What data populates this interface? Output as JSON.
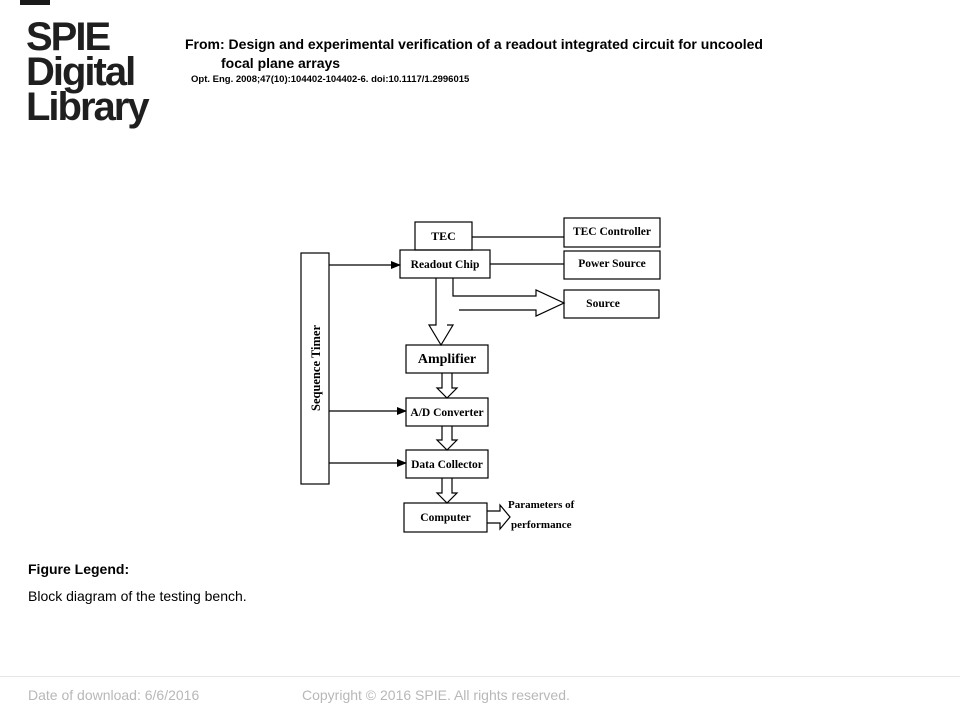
{
  "logo": {
    "lines": [
      "SPIE",
      "Digital",
      "Library"
    ]
  },
  "header": {
    "title_line1": "From: Design and experimental verification of a readout integrated circuit for uncooled",
    "title_line2": "focal plane arrays",
    "citation": "Opt. Eng. 2008;47(10):104402-104402-6. doi:10.1117/1.2996015"
  },
  "diagram": {
    "nodes": {
      "tec": "TEC",
      "tec_controller": "TEC Controller",
      "readout_chip": "Readout Chip",
      "power_source": "Power Source",
      "source": "Source",
      "amplifier": "Amplifier",
      "ad_converter": "A/D Converter",
      "data_collector": "Data Collector",
      "computer": "Computer",
      "sequence_timer": "Sequence Timer"
    },
    "output_label_line1": "Parameters of",
    "output_label_line2": "performance"
  },
  "legend": {
    "label": "Figure Legend:",
    "text": "Block diagram of the testing bench."
  },
  "footer": {
    "date": "Date of download:  6/6/2016",
    "copyright": "Copyright © 2016 SPIE. All rights reserved."
  }
}
